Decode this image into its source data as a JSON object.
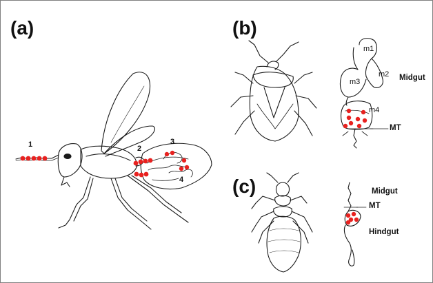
{
  "panels": {
    "a": {
      "label": "(a)",
      "markers": [
        "1",
        "2",
        "3",
        "4"
      ]
    },
    "b": {
      "label": "(b)",
      "segments": [
        "m1",
        "m2",
        "m3",
        "m4"
      ],
      "region": "Midgut",
      "mt": "MT"
    },
    "c": {
      "label": "(c)",
      "upper": "Midgut",
      "mt": "MT",
      "lower": "Hindgut"
    }
  },
  "colors": {
    "line": "#1a1a1a",
    "symbiont": "#e8211f"
  },
  "icons": [
    "wasp-drawing",
    "stink-bug-drawing",
    "termite-drawing"
  ]
}
